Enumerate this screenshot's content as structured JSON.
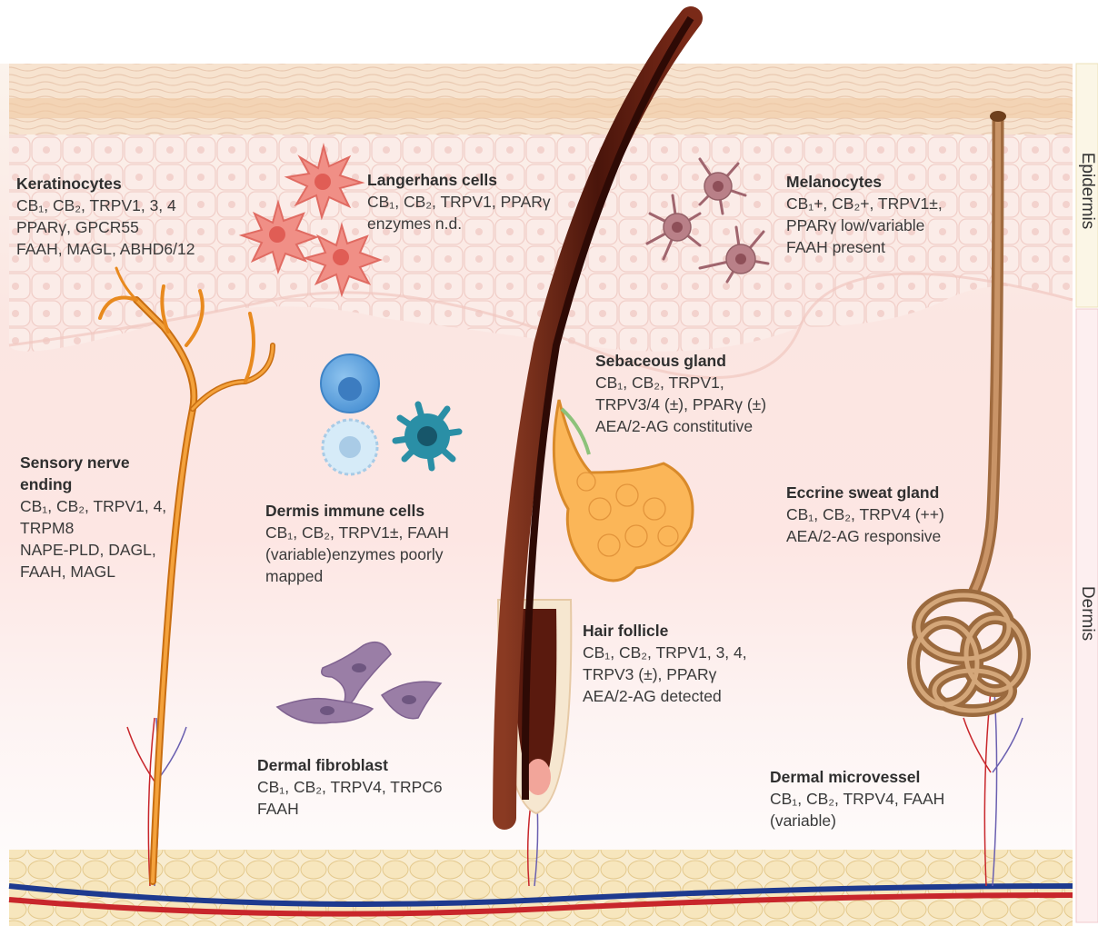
{
  "layers": {
    "epidermis": "Epidermis",
    "dermis": "Dermis"
  },
  "labels": {
    "keratinocytes": {
      "title": "Keratinocytes",
      "lines": [
        "CB₁, CB₂, TRPV1, 3, 4",
        "PPARγ, GPCR55",
        "FAAH, MAGL, ABHD6/12"
      ]
    },
    "langerhans": {
      "title": "Langerhans cells",
      "lines": [
        "CB₁, CB₂, TRPV1, PPARγ",
        "enzymes n.d."
      ]
    },
    "melanocytes": {
      "title": "Melanocytes",
      "lines": [
        "CB₁+, CB₂+, TRPV1±,",
        "PPARγ low/variable",
        "FAAH present"
      ]
    },
    "sebaceous": {
      "title": "Sebaceous gland",
      "lines": [
        "CB₁, CB₂, TRPV1,",
        "TRPV3/4 (±), PPARγ (±)",
        "AEA/2-AG constitutive"
      ]
    },
    "sensory_nerve": {
      "title_lines": [
        "Sensory nerve",
        "ending"
      ],
      "lines": [
        "CB₁, CB₂, TRPV1, 4,",
        "TRPM8",
        "NAPE-PLD, DAGL,",
        "FAAH, MAGL"
      ]
    },
    "immune": {
      "title": "Dermis immune cells",
      "lines": [
        "CB₁, CB₂, TRPV1±, FAAH",
        "(variable)enzymes poorly",
        "mapped"
      ]
    },
    "eccrine": {
      "title": "Eccrine sweat gland",
      "lines": [
        "CB₁, CB₂, TRPV4 (++)",
        "AEA/2-AG responsive"
      ]
    },
    "hair_follicle": {
      "title": "Hair follicle",
      "lines": [
        "CB₁, CB₂, TRPV1, 3, 4,",
        "TRPV3 (±), PPARγ",
        "AEA/2-AG detected"
      ]
    },
    "fibroblast": {
      "title": "Dermal fibroblast",
      "lines": [
        "CB₁, CB₂, TRPV4, TRPC6",
        "FAAH"
      ]
    },
    "microvessel": {
      "title": "Dermal microvessel",
      "lines": [
        "CB₁, CB₂, TRPV4,  FAAH",
        "(variable)"
      ]
    }
  },
  "colors": {
    "epidermis_band": "#fbf6e6",
    "dermis_band": "#fdeff0",
    "hair": "#5a1e10",
    "nerve": "#e88a1f",
    "sweat_gland": "#b07a4a",
    "langerhans": "#f08080",
    "melanocyte": "#b47f86",
    "fibroblast": "#9a7ea6",
    "immune_teal": "#2a8fa6",
    "fat": "#f3ddb0",
    "artery": "#c8262b",
    "vein": "#1e3a8f"
  },
  "icons": [
    "hair-shaft",
    "nerve-ending",
    "sweat-gland-coil",
    "langerhans-cell",
    "melanocyte",
    "immune-cell",
    "fibroblast",
    "sebaceous-gland",
    "blood-vessel"
  ]
}
